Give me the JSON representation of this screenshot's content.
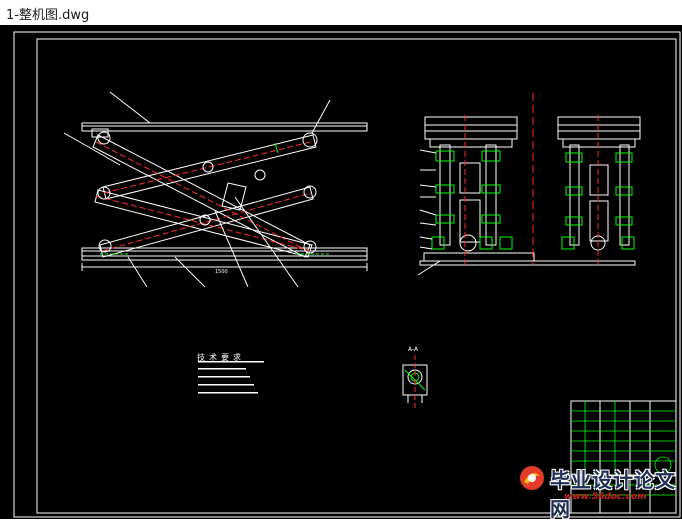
{
  "window": {
    "title": "1-整机图.dwg"
  },
  "drawing": {
    "notes_title": "技术要求",
    "section_label": "A-A",
    "dimension_label": "1500"
  },
  "watermark": {
    "text": "毕业设计论文网",
    "url": "www.56doc.com"
  },
  "colors": {
    "background": "#000000",
    "lines": "#ffffff",
    "green": "#00ff00",
    "red": "#ff2a2a",
    "cyan": "#00ffff",
    "titlebar": "#ffffff"
  }
}
